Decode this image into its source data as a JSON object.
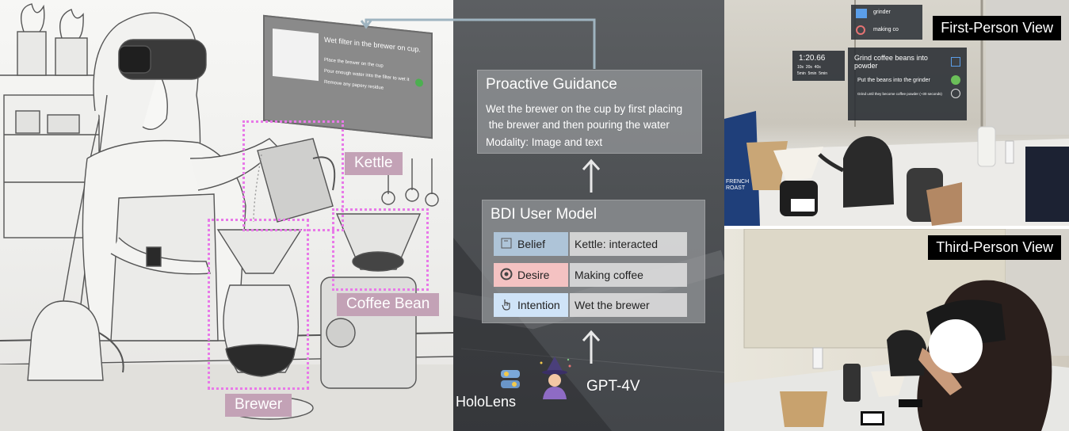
{
  "sketch": {
    "labels": {
      "kettle": "Kettle",
      "coffee_bean": "Coffee Bean",
      "brewer": "Brewer"
    },
    "headset_panel": {
      "title": "Wet filter in the brewer on cup.",
      "step1": "Place the brewer on the cup",
      "step2": "Pour enough water into the filter to wet it",
      "step3": "Remove any papery residue"
    },
    "colors": {
      "box": "#e879e8",
      "label_bg": "#c3a2b6"
    }
  },
  "guidance": {
    "title": "Proactive Guidance",
    "line1": "Wet the brewer on the cup by first placing",
    "line2": " the brewer and then pouring the water",
    "modality": "Modality: Image and text"
  },
  "bdi": {
    "title": "BDI User Model",
    "rows": [
      {
        "key": "Belief",
        "value": "Kettle: interacted",
        "icon": "kettle-frame-icon",
        "color": "#aec4d8"
      },
      {
        "key": "Desire",
        "value": "Making coffee",
        "icon": "target-icon",
        "color": "#f4c2c2"
      },
      {
        "key": "Intention",
        "value": "Wet the brewer",
        "icon": "hand-pointer-icon",
        "color": "#cfe3f7"
      }
    ]
  },
  "models": {
    "hololens": "HoloLens",
    "gpt": "GPT-4V"
  },
  "first_person": {
    "label": "First-Person View",
    "hud_top": {
      "item1": "grinder",
      "item2": "making co"
    },
    "timer": "1:20.66",
    "timer_sub": "10s  20s  40s",
    "timer_sub2": "5min  5min  5min",
    "hud_title": "Grind coffee beans into powder",
    "hud_step1": "Put the beans into the grinder",
    "hud_step2": "Grind until they become coffee powder (~30 seconds)",
    "bag_text": "FRENCH ROAST"
  },
  "third_person": {
    "label": "Third-Person View"
  }
}
